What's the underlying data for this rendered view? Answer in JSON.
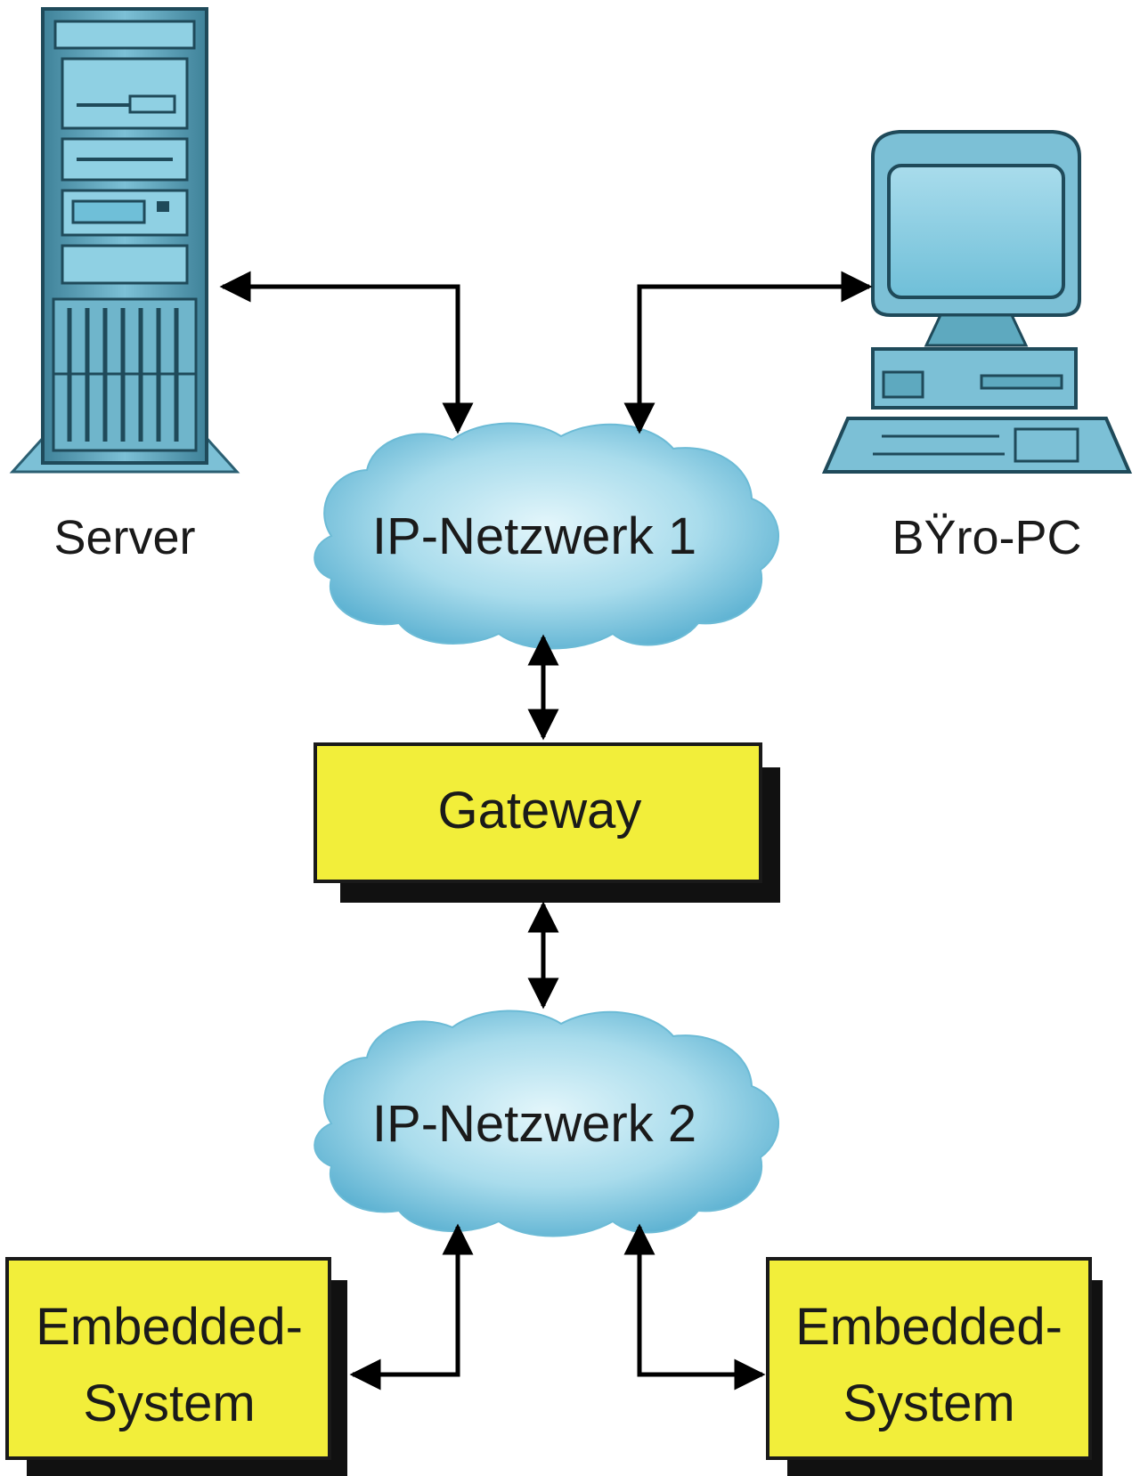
{
  "labels": {
    "server": "Server",
    "office_pc": "BŸro-PC",
    "network1": "IP-Netzwerk 1",
    "network2": "IP-Netzwerk 2",
    "gateway": "Gateway",
    "embedded_left_line1": "Embedded-",
    "embedded_left_line2": "System",
    "embedded_right_line1": "Embedded-",
    "embedded_right_line2": "System"
  },
  "icons": {
    "server": "server-tower-icon",
    "office_pc": "desktop-computer-icon",
    "network": "cloud-icon"
  },
  "colors": {
    "box_fill": "#f2ee3a",
    "box_shadow": "#111111",
    "cloud_light": "#d6f0f8",
    "cloud_dark": "#5fb6d4",
    "device_teal": "#5ea9bf",
    "device_dark": "#2b5f72"
  }
}
